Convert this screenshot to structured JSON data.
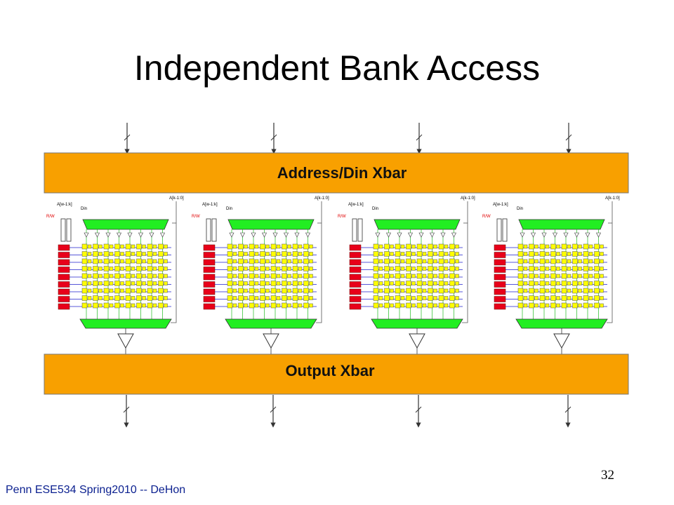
{
  "slide": {
    "title": "Independent Bank Access",
    "footer": "Penn ESE534 Spring2010 -- DeHon",
    "page_number": "32"
  },
  "diagram": {
    "address_xbar_label": "Address/Din Xbar",
    "output_xbar_label": "Output Xbar",
    "bank_count": 4,
    "bank_labels": {
      "addr_high": "A[w-1:k]",
      "addr_low": "A[k-1:0]",
      "din": "Din",
      "rw": "R/W"
    },
    "colors": {
      "xbar_fill": "#f8a000",
      "decoder": "#e8001a",
      "cell": "#ffff00",
      "mux": "#22ee22",
      "word_line": "#2020cc",
      "bit_line": "#22bb22"
    }
  }
}
